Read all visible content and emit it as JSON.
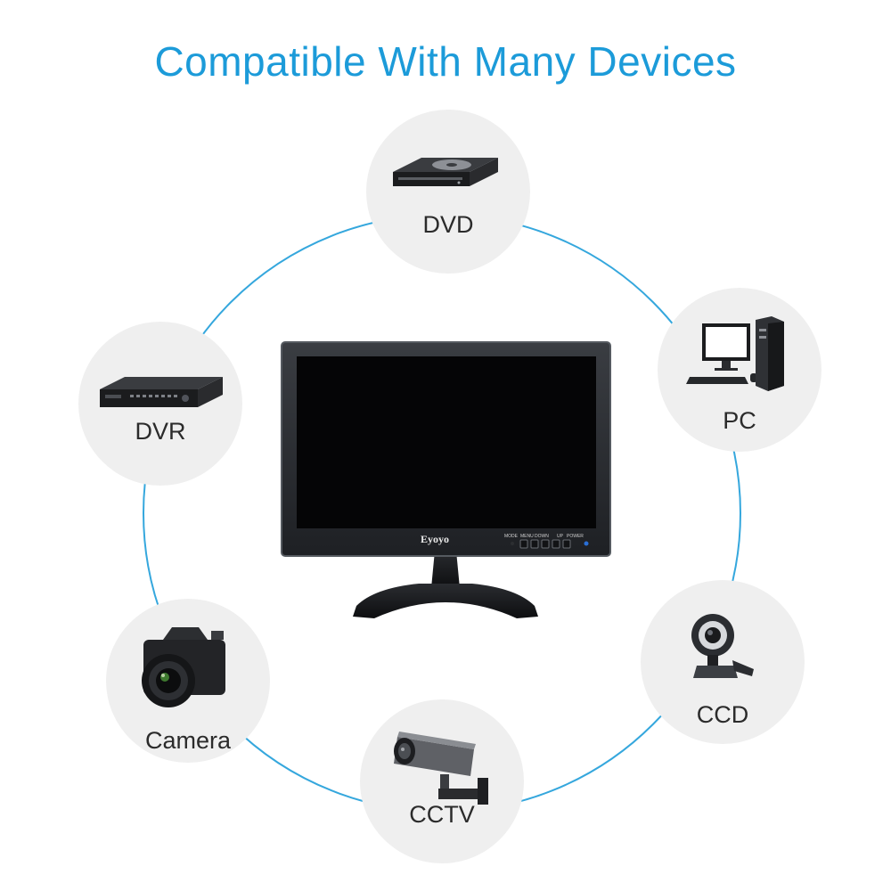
{
  "title": "Compatible With Many Devices",
  "accent_color": "#1c9bd9",
  "monitor": {
    "brand": "Eyoyo",
    "button_labels": [
      "MODE",
      "MENU",
      "DOWN",
      "UP",
      "POWER"
    ]
  },
  "devices": [
    {
      "label": "DVD",
      "icon": "dvd-drive-icon"
    },
    {
      "label": "PC",
      "icon": "desktop-pc-icon"
    },
    {
      "label": "CCD",
      "icon": "webcam-icon"
    },
    {
      "label": "CCTV",
      "icon": "cctv-camera-icon"
    },
    {
      "label": "Camera",
      "icon": "camera-icon"
    },
    {
      "label": "DVR",
      "icon": "dvr-recorder-icon"
    }
  ]
}
